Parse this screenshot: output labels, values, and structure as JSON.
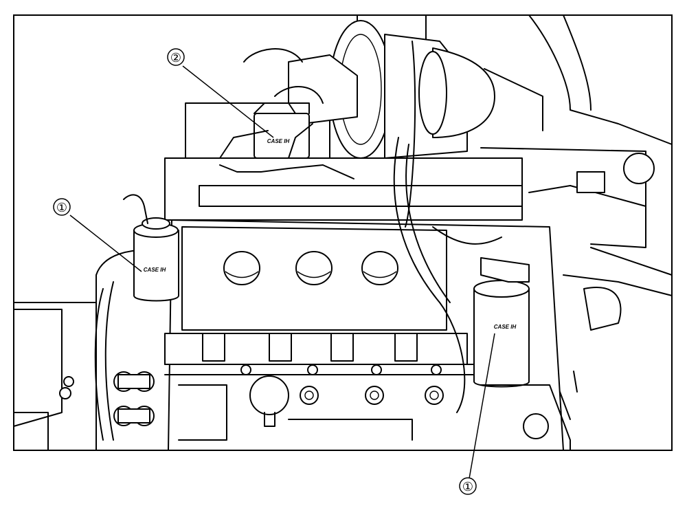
{
  "callouts": [
    {
      "number": "①"
    },
    {
      "number": "②"
    },
    {
      "number": "①"
    }
  ],
  "labels": {
    "filter_left_brand": "CASE IH",
    "filter_right_brand": "CASE IH",
    "pump_brand": "CASE IH"
  }
}
